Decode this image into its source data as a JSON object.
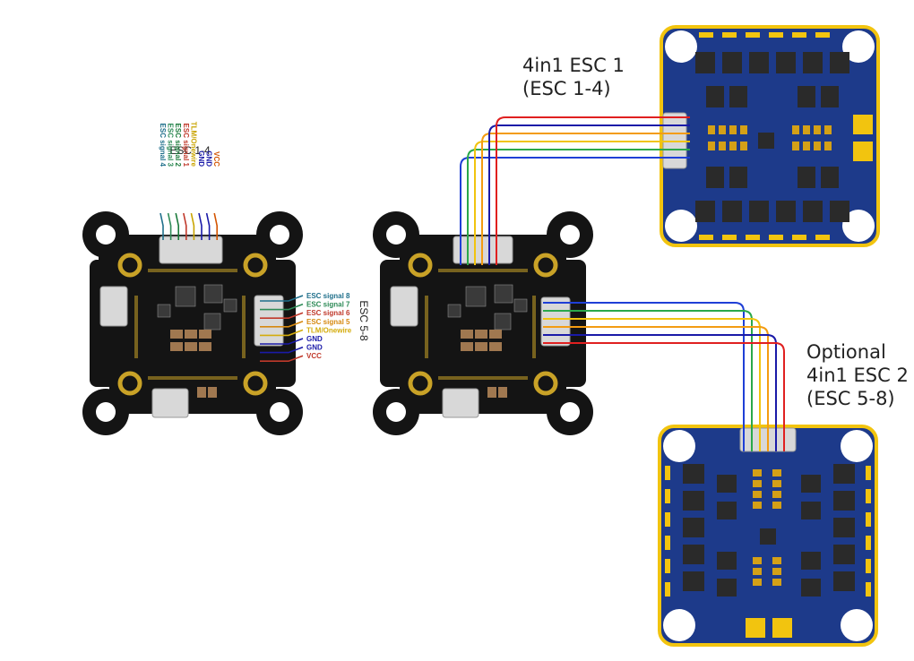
{
  "labels": {
    "esc1_title_line1": "4in1 ESC 1",
    "esc1_title_line2": "(ESC 1-4)",
    "esc2_title_line1": "Optional",
    "esc2_title_line2": "4in1 ESC 2",
    "esc2_title_line3": "(ESC 5-8)",
    "left_connector_top": "ESC 1-4",
    "left_connector_right": "ESC 5-8"
  },
  "top_pins": [
    {
      "label": "ESC signal 4",
      "color": "#1f6f8b"
    },
    {
      "label": "ESC signal 3",
      "color": "#2e8b57"
    },
    {
      "label": "ESC signal 2",
      "color": "#1a7a3a"
    },
    {
      "label": "ESC signal 1",
      "color": "#c0392b"
    },
    {
      "label": "TLM/Onewire",
      "color": "#c9a400"
    },
    {
      "label": "GND",
      "color": "#1a1aa8"
    },
    {
      "label": "GND",
      "color": "#1a1aa8"
    },
    {
      "label": "VCC",
      "color": "#d35400"
    }
  ],
  "right_pins": [
    {
      "label": "ESC signal 8",
      "color": "#1f6f8b"
    },
    {
      "label": "ESC signal 7",
      "color": "#2e8b57"
    },
    {
      "label": "ESC signal 6",
      "color": "#c0392b"
    },
    {
      "label": "ESC signal 5",
      "color": "#d68910"
    },
    {
      "label": "TLM/Onewire",
      "color": "#d4ac0d"
    },
    {
      "label": "GND",
      "color": "#1a1aa8"
    },
    {
      "label": "GND",
      "color": "#1a1aa8"
    },
    {
      "label": "VCC",
      "color": "#c0392b"
    }
  ],
  "wire_colors": [
    "#1f3fd6",
    "#2aa84a",
    "#f1c40f",
    "#f39c12",
    "#1a1aa8",
    "#e02020"
  ],
  "colors": {
    "fc_board": "#141414",
    "fc_pads": "#c9a227",
    "esc_board": "#1d3a8a",
    "esc_edge": "#f2c40f"
  }
}
